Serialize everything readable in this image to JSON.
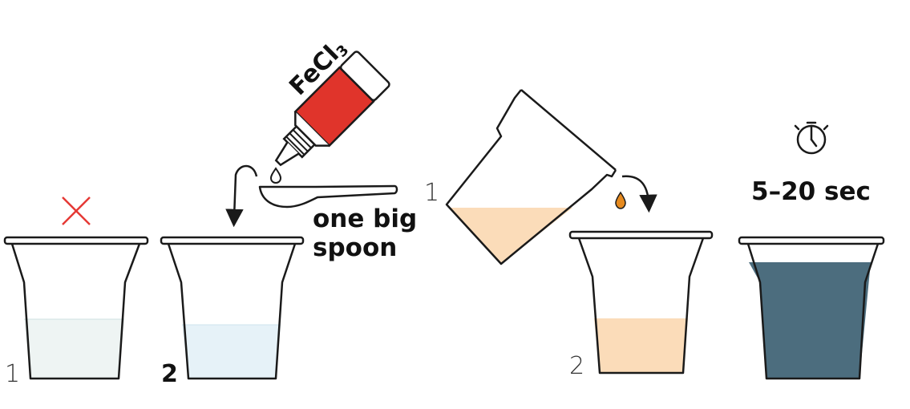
{
  "steps": {
    "cup1": {
      "label": "1"
    },
    "cup2": {
      "label": "2"
    },
    "reagent": {
      "name": "FeCl",
      "subscript": "3"
    },
    "spoon": {
      "line1": "one big",
      "line2": "spoon"
    },
    "pour": {
      "source_label": "1",
      "target_label": "2"
    },
    "timer": {
      "duration": "5–20 sec"
    }
  },
  "colors": {
    "outline": "#1a1a1a",
    "cup1_liquid": "#eef4f3",
    "cup2_liquid": "#e6f2f8",
    "reject_mark": "#e53935",
    "bottle_body": "#e0342b",
    "peach_liquid": "#fbdcb9",
    "drop_orange": "#e68a1f",
    "result_liquid": "#4c6d7e"
  },
  "icons": [
    "reject-cross-icon",
    "reagent-bottle-icon",
    "curved-arrow-icon",
    "spoon-icon",
    "drop-icon",
    "stopwatch-icon"
  ]
}
